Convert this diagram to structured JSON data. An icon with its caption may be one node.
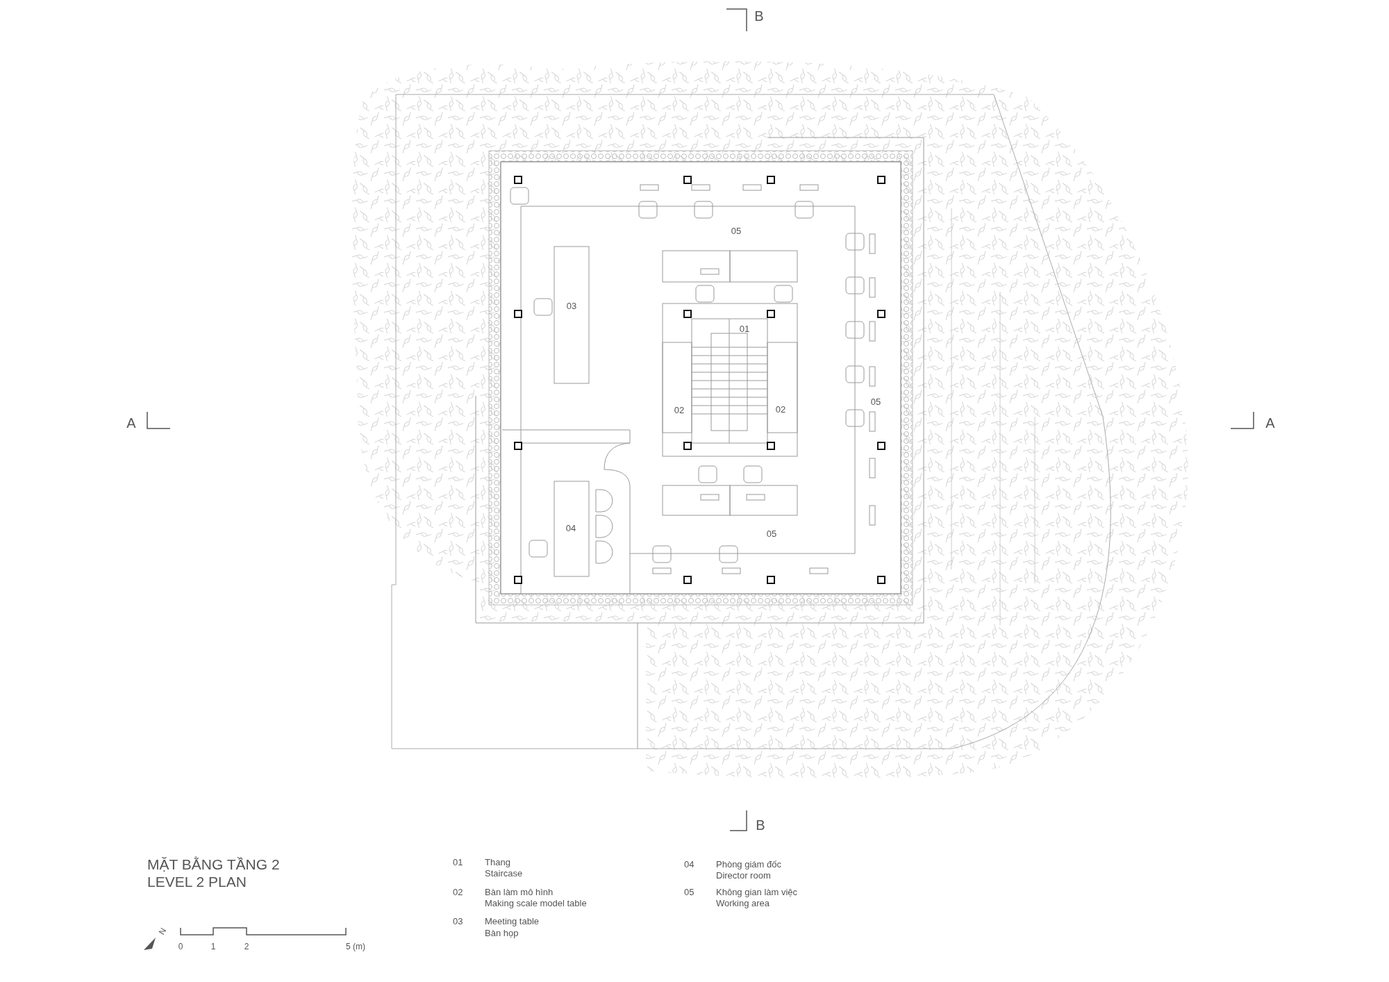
{
  "diagram": {
    "labels": [
      "B",
      "A",
      "A",
      "05",
      "03",
      "01",
      "02",
      "02",
      "05",
      "04",
      "05",
      "B",
      "MẶT BẰNG TẦNG 2",
      "LEVEL 2 PLAN",
      "01",
      "Thang",
      "Staircase",
      "02",
      "Bàn làm mô hình",
      "Making scale model table",
      "03",
      "Meeting table",
      "Bàn họp",
      "04",
      "Phòng giám đốc",
      "Director room",
      "05",
      "Không gian làm việc",
      "Working area",
      "N",
      "0",
      "1",
      "2",
      "5 (m)"
    ]
  }
}
